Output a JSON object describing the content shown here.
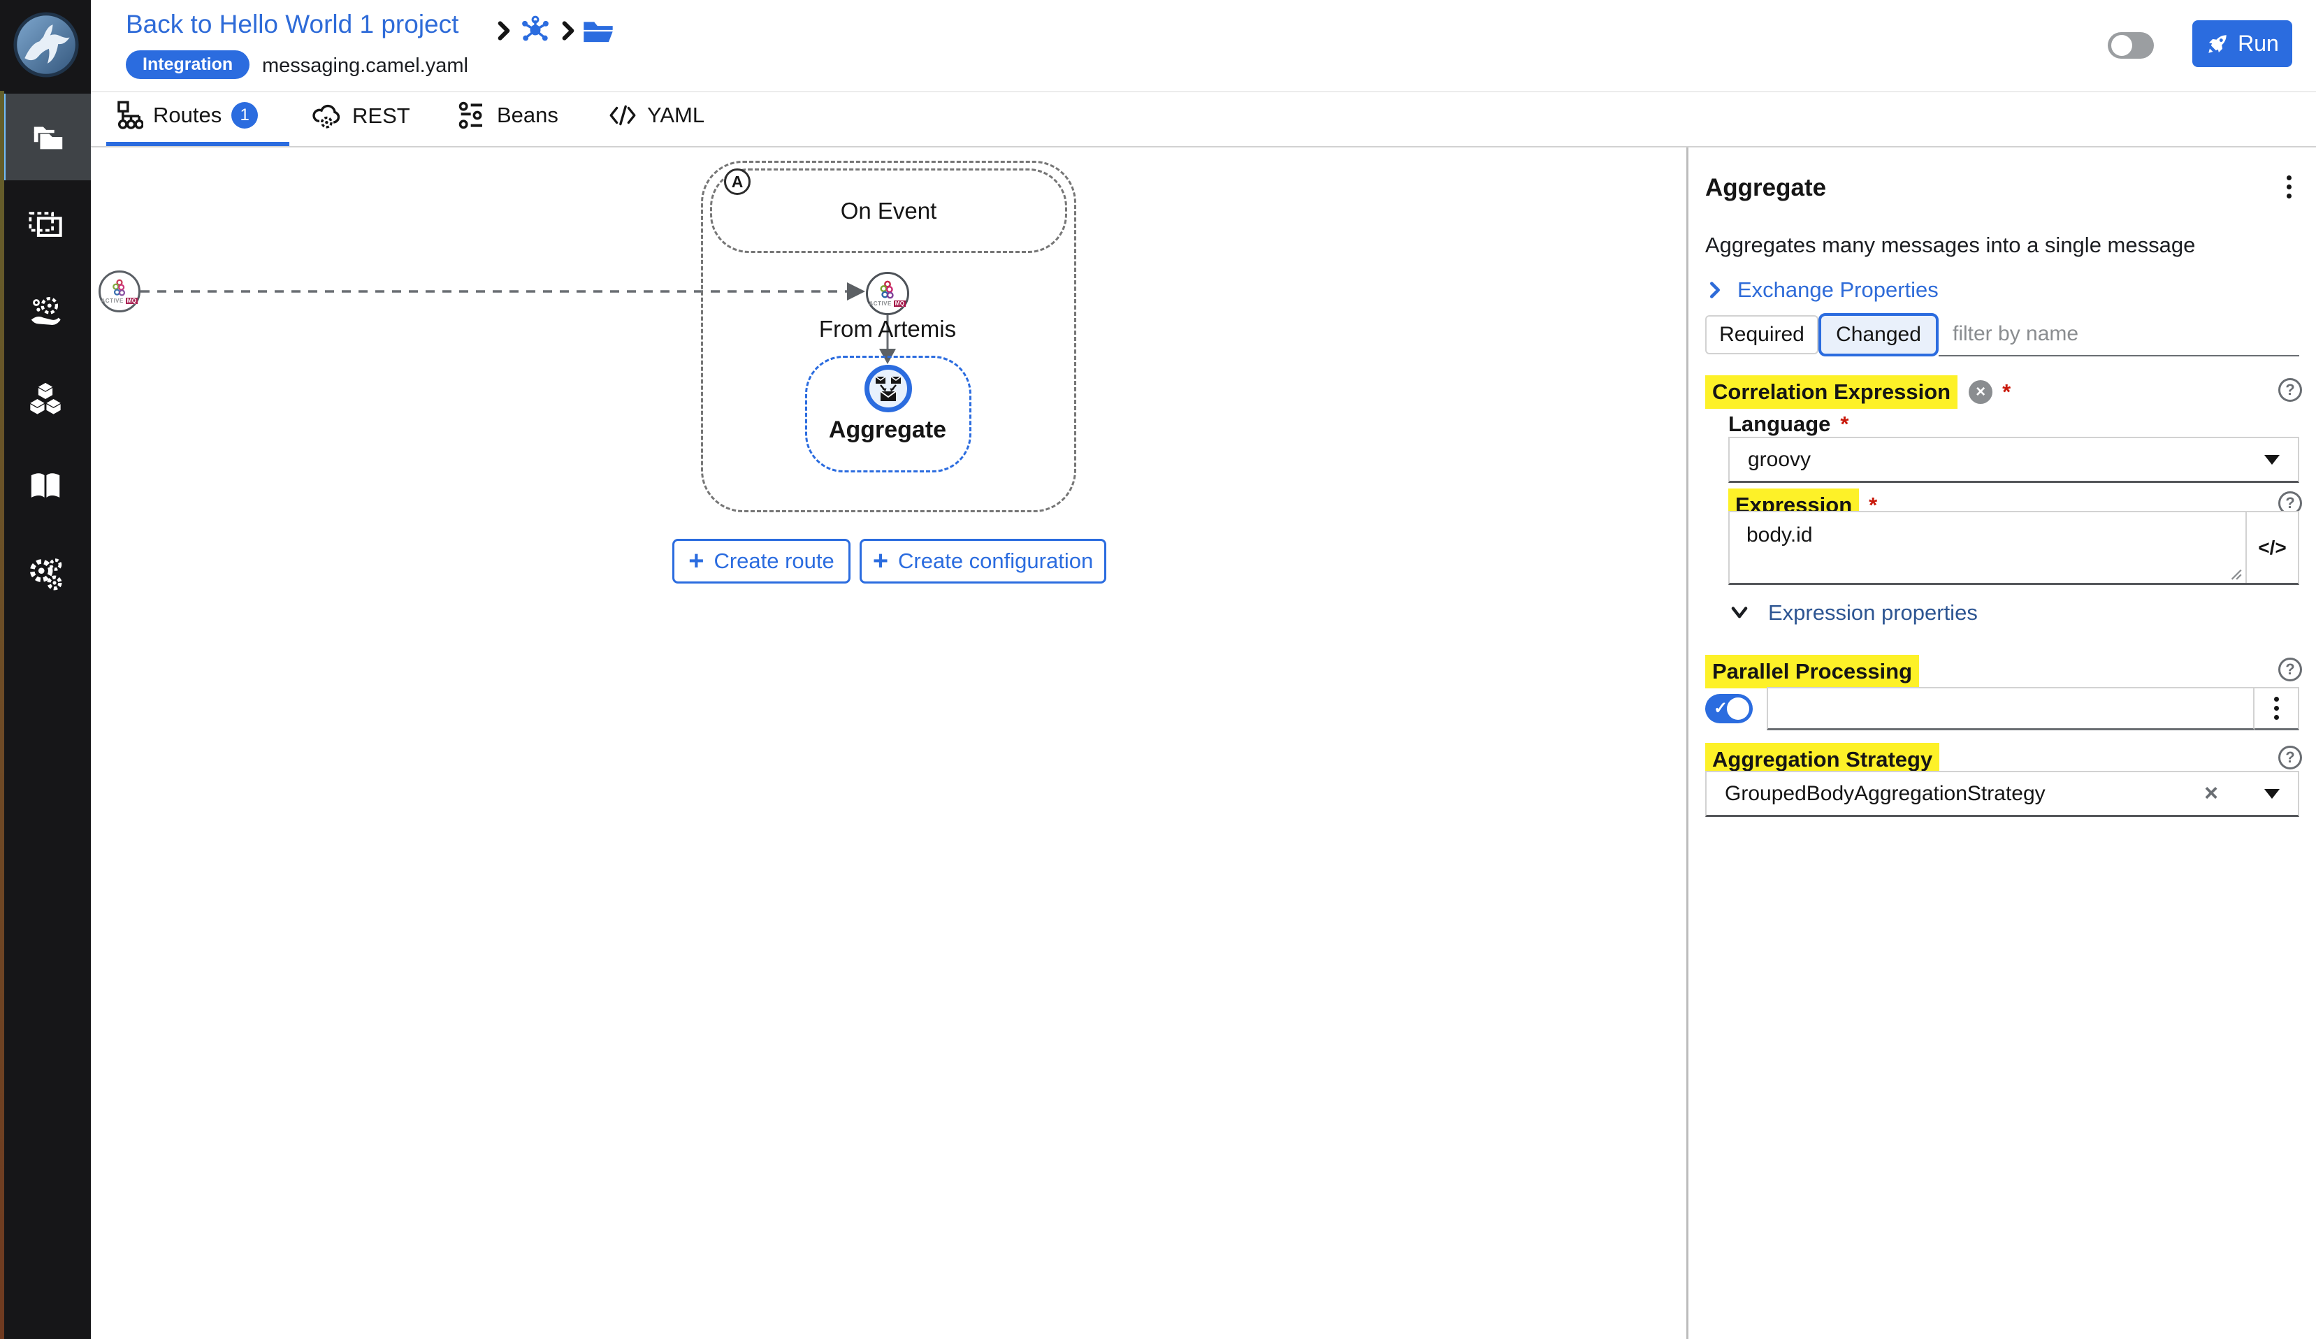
{
  "header": {
    "back_link": "Back to Hello World 1 project",
    "badge": "Integration",
    "filename": "messaging.camel.yaml",
    "run_label": "Run"
  },
  "tabs": [
    {
      "label": "Routes",
      "badge": "1",
      "active": true
    },
    {
      "label": "REST"
    },
    {
      "label": "Beans"
    },
    {
      "label": "YAML"
    }
  ],
  "canvas": {
    "group_badge": "A",
    "on_event_label": "On Event",
    "from_node_label": "From Artemis",
    "aggregate_label": "Aggregate",
    "activemq_brand": {
      "active": "ACTIVE",
      "mq": "MQ"
    },
    "create_route_label": "Create route",
    "create_configuration_label": "Create configuration",
    "plus": "+"
  },
  "panel": {
    "title": "Aggregate",
    "description": "Aggregates many messages into a single message",
    "exchange_properties_label": "Exchange Properties",
    "filter": {
      "required_label": "Required",
      "changed_label": "Changed",
      "placeholder": "filter by name"
    },
    "correlation_expression": {
      "label": "Correlation Expression",
      "required_mark": "*",
      "clear_glyph": "×"
    },
    "language": {
      "label": "Language",
      "required_mark": "*",
      "value": "groovy"
    },
    "expression": {
      "label": "Expression",
      "required_mark": "*",
      "value": "body.id",
      "code_glyph": "</>"
    },
    "expression_properties_label": "Expression properties",
    "parallel_processing": {
      "label": "Parallel Processing",
      "enabled": true,
      "check_glyph": "✓"
    },
    "aggregation_strategy": {
      "label": "Aggregation Strategy",
      "value": "GroupedBodyAggregationStrategy",
      "clear_glyph": "×"
    },
    "help_glyph": "?"
  },
  "colors": {
    "accent_blue": "#2b6cdf",
    "link_blue": "#2e6bd8",
    "expression_link_blue": "#2d5592",
    "highlight_yellow": "#fdf128",
    "required_red": "#c9190b",
    "sidebar_bg": "#161618",
    "sidebar_active_bg": "#3f4347",
    "sidebar_active_bar": "#73bcf7",
    "node_border_gray": "#4d5258",
    "dashed_gray": "#767676",
    "selected_node_fill": "#e8f1fc",
    "toggle_off_gray": "#9b9ea1"
  }
}
